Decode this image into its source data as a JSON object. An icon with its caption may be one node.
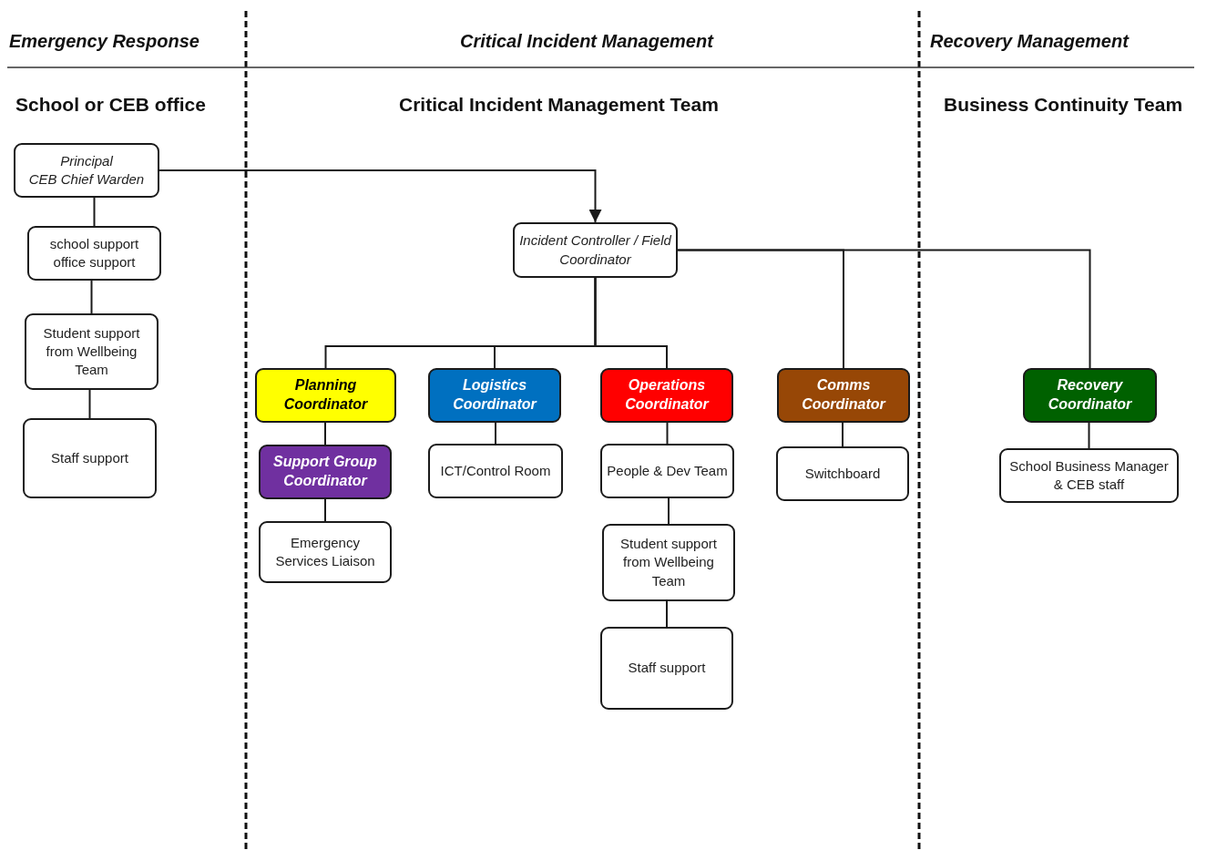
{
  "diagram": {
    "nodes": [
      {
        "text": [
          "Principal",
          "CEB Chief Warden"
        ]
      },
      {
        "text": [
          "school support",
          "office support"
        ]
      },
      {
        "text": [
          "Student support from Wellbeing Team"
        ]
      },
      {
        "text": [
          "Staff support"
        ]
      },
      {
        "text": [
          "Incident Controller / Field Coordinator"
        ]
      },
      {
        "text": [
          "Planning Coordinator"
        ]
      },
      {
        "text": [
          "Support Group Coordinator"
        ]
      },
      {
        "text": [
          "Emergency Services Liaison"
        ]
      },
      {
        "text": [
          "Logistics Coordinator"
        ]
      },
      {
        "text": [
          "ICT/Control Room"
        ]
      },
      {
        "text": [
          "Operations Coordinator"
        ]
      },
      {
        "text": [
          "People & Dev Team"
        ]
      },
      {
        "text": [
          "Student support from Wellbeing Team"
        ]
      },
      {
        "text": [
          "Staff support"
        ]
      },
      {
        "text": [
          "Comms Coordinator"
        ]
      },
      {
        "text": [
          "Switchboard"
        ]
      },
      {
        "text": [
          "Recovery Coordinator"
        ]
      },
      {
        "text": [
          "School Business Manager & CEB staff"
        ]
      }
    ],
    "edges": [
      {
        "from": 0,
        "to": 1,
        "arrow": "none"
      },
      {
        "from": 1,
        "to": 2,
        "arrow": "none"
      },
      {
        "from": 2,
        "to": 3,
        "arrow": "none"
      },
      {
        "from": 0,
        "to": 4,
        "arrow": "to"
      },
      {
        "from": 4,
        "to": 5,
        "arrow": "none"
      },
      {
        "from": 4,
        "to": 8,
        "arrow": "none"
      },
      {
        "from": 4,
        "to": 10,
        "arrow": "none"
      },
      {
        "from": 4,
        "to": 14,
        "arrow": "none"
      },
      {
        "from": 4,
        "to": 16,
        "arrow": "none"
      },
      {
        "from": 5,
        "to": 6,
        "arrow": "none"
      },
      {
        "from": 6,
        "to": 7,
        "arrow": "none"
      },
      {
        "from": 8,
        "to": 9,
        "arrow": "none"
      },
      {
        "from": 10,
        "to": 11,
        "arrow": "none"
      },
      {
        "from": 11,
        "to": 12,
        "arrow": "none"
      },
      {
        "from": 12,
        "to": 13,
        "arrow": "none"
      },
      {
        "from": 14,
        "to": 15,
        "arrow": "none"
      },
      {
        "from": 16,
        "to": 17,
        "arrow": "none"
      }
    ],
    "labels": [
      "Emergency Response",
      "Critical Incident Management",
      "Recovery Management",
      "School or CEB office",
      "Critical Incident Management Team",
      "Business Continuity Team"
    ]
  }
}
